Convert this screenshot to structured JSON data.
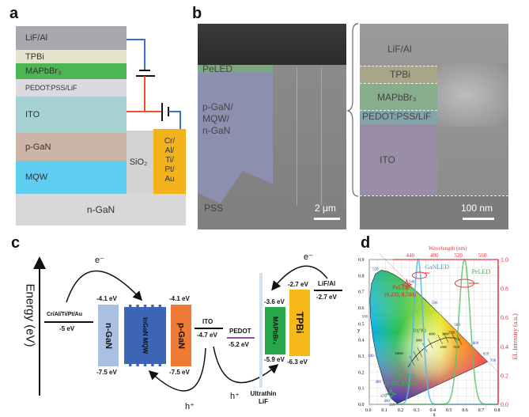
{
  "panel_labels": {
    "a": "a",
    "b": "b",
    "c": "c",
    "d": "d"
  },
  "panel_a": {
    "layers": [
      {
        "label": "LiF/Al",
        "color": "#a8a8ad"
      },
      {
        "label": "TPBi",
        "color": "#e4e4cc"
      },
      {
        "label": "MAPbBr₃",
        "color": "#4db553"
      },
      {
        "label": "PEDOT:PSS/LiF",
        "color": "#dadadf"
      },
      {
        "label": "ITO",
        "color": "#a6d2d4"
      },
      {
        "label": "p-GaN",
        "color": "#cdb4a6"
      },
      {
        "label": "MQW",
        "color": "#5ecdf0"
      },
      {
        "label": "n-GaN",
        "color": "#d8d8d8"
      }
    ],
    "sio2": "SiO₂",
    "contact": [
      "Cr/",
      "Al/",
      "Ti/",
      "Pt/",
      "Au"
    ],
    "contact_color": "#f2b21b",
    "cathode_wire_color": "#3a6fd0",
    "anode_wire_color": "#f0502a"
  },
  "panel_b": {
    "left": {
      "peled": "PeLED",
      "stack": [
        "p-GaN/",
        "MQW/",
        "n-GaN"
      ],
      "substrate": "PSS",
      "scale": "2 μm"
    },
    "right": {
      "layers": [
        "LiF/Al",
        "TPBi",
        "MAPbBr₃",
        "PEDOT:PSS/LiF",
        "ITO"
      ],
      "scale": "100 nm"
    }
  },
  "panel_c": {
    "axis_label": "Energy (eV)",
    "cr": {
      "label": "Cr/Al/Ti/Pt/Au",
      "level": "-5 eV"
    },
    "ngan": {
      "label": "n-GaN",
      "top": "-4.1 eV",
      "bottom": "-7.5 eV",
      "color": "#a9c0e3"
    },
    "mqw": {
      "label": "InGaN MQW",
      "color": "#3c66b5"
    },
    "pgan": {
      "label": "p-GaN",
      "top": "-4.1 eV",
      "bottom": "-7.5 eV",
      "color": "#ee7a33"
    },
    "ito": {
      "label": "ITO",
      "level": "-4.7 eV"
    },
    "pedot": {
      "label": "PEDOT",
      "level": "-5.2 eV",
      "color": "#8a4fb3"
    },
    "lif": {
      "label": "Ultrathin LiF"
    },
    "mapbbr3": {
      "label": "MAPbBr₃",
      "top": "-3.6 eV",
      "bottom": "-5.9 eV",
      "color": "#26a84a"
    },
    "tpbi": {
      "label": "TPBi",
      "top": "-2.7 eV",
      "bottom": "-6.3 eV",
      "color": "#f7b81a"
    },
    "lifal": {
      "label": "LiF/Al",
      "level": "-2.7 eV"
    },
    "carriers": {
      "electron_left": "e⁻",
      "electron_right": "e⁻",
      "hole_left": "h⁺",
      "hole_right": "h⁺"
    }
  },
  "chart_data": {
    "type": "line",
    "xlabel": "x",
    "ylabel": "y",
    "xlim": [
      0.0,
      0.8
    ],
    "ylim": [
      0.0,
      0.9
    ],
    "xticks": [
      "0.0",
      "0.1",
      "0.2",
      "0.3",
      "0.4",
      "0.5",
      "0.6",
      "0.7",
      "0.8"
    ],
    "yticks": [
      "0.0",
      "0.1",
      "0.2",
      "0.3",
      "0.4",
      "0.5",
      "0.6",
      "0.7",
      "0.8",
      "0.9"
    ],
    "top_axis": {
      "label": "Wavelength (nm)",
      "ticks": [
        "440",
        "480",
        "520",
        "560"
      ],
      "range": [
        409,
        584
      ]
    },
    "right_axis": {
      "label": "EL Intensity (a.u.)",
      "ticks": [
        "0.0",
        "0.2",
        "0.4",
        "0.6",
        "0.8",
        "1.0"
      ],
      "range": [
        0,
        1.0
      ]
    },
    "grid": true,
    "spectral_locus": {
      "labels": [
        {
          "nm": "380",
          "x": 0.174,
          "y": 0.005
        },
        {
          "nm": "460",
          "x": 0.144,
          "y": 0.03
        },
        {
          "nm": "470",
          "x": 0.124,
          "y": 0.058
        },
        {
          "nm": "480",
          "x": 0.091,
          "y": 0.133
        },
        {
          "nm": "490",
          "x": 0.045,
          "y": 0.295
        },
        {
          "nm": "500",
          "x": 0.008,
          "y": 0.538
        },
        {
          "nm": "520",
          "x": 0.074,
          "y": 0.834
        },
        {
          "nm": "540",
          "x": 0.23,
          "y": 0.754
        },
        {
          "nm": "560",
          "x": 0.373,
          "y": 0.624
        },
        {
          "nm": "580",
          "x": 0.512,
          "y": 0.487
        },
        {
          "nm": "600",
          "x": 0.627,
          "y": 0.373
        },
        {
          "nm": "620",
          "x": 0.691,
          "y": 0.308
        },
        {
          "nm": "700",
          "x": 0.735,
          "y": 0.265
        }
      ],
      "points": [
        [
          0.174,
          0.005
        ],
        [
          0.144,
          0.03
        ],
        [
          0.124,
          0.058
        ],
        [
          0.091,
          0.133
        ],
        [
          0.045,
          0.295
        ],
        [
          0.023,
          0.413
        ],
        [
          0.008,
          0.538
        ],
        [
          0.004,
          0.655
        ],
        [
          0.014,
          0.75
        ],
        [
          0.039,
          0.812
        ],
        [
          0.074,
          0.834
        ],
        [
          0.114,
          0.826
        ],
        [
          0.155,
          0.806
        ],
        [
          0.193,
          0.782
        ],
        [
          0.23,
          0.754
        ],
        [
          0.266,
          0.724
        ],
        [
          0.302,
          0.692
        ],
        [
          0.337,
          0.659
        ],
        [
          0.373,
          0.624
        ],
        [
          0.409,
          0.589
        ],
        [
          0.444,
          0.555
        ],
        [
          0.479,
          0.52
        ],
        [
          0.512,
          0.487
        ],
        [
          0.545,
          0.455
        ],
        [
          0.575,
          0.424
        ],
        [
          0.627,
          0.373
        ],
        [
          0.666,
          0.334
        ],
        [
          0.691,
          0.308
        ],
        [
          0.735,
          0.265
        ]
      ]
    },
    "planckian": {
      "label": "Tc(°K)",
      "points": [
        [
          0.24,
          0.23
        ],
        [
          0.265,
          0.27
        ],
        [
          0.29,
          0.3
        ],
        [
          0.313,
          0.324
        ],
        [
          0.345,
          0.352
        ],
        [
          0.38,
          0.377
        ],
        [
          0.44,
          0.403
        ],
        [
          0.476,
          0.414
        ],
        [
          0.527,
          0.413
        ],
        [
          0.56,
          0.4
        ]
      ],
      "temps": [
        {
          "t": "10000",
          "x": 0.16,
          "y": 0.31
        },
        {
          "t": "6000",
          "x": 0.29,
          "y": 0.39
        },
        {
          "t": "4000",
          "x": 0.37,
          "y": 0.43
        },
        {
          "t": "3000",
          "x": 0.45,
          "y": 0.43
        },
        {
          "t": "2500",
          "x": 0.49,
          "y": 0.44
        },
        {
          "t": "2000",
          "x": 0.44,
          "y": 0.35
        },
        {
          "t": "1500",
          "x": 0.52,
          "y": 0.35
        }
      ]
    },
    "points": [
      {
        "name": "PeLED",
        "label": "PeLED",
        "coords": "(0.232, 0.744)",
        "x": 0.232,
        "y": 0.744,
        "color": "#e8343c"
      },
      {
        "name": "GaNLED",
        "label": "GaNLED",
        "coords": "(0.135, 0.064)",
        "x": 0.135,
        "y": 0.064,
        "color": "#2fb84a"
      }
    ],
    "series": [
      {
        "name": "GaNLED",
        "peak_nm": 451,
        "fwhm_nm": 18,
        "color": "#4fb7e8"
      },
      {
        "name": "PeLED",
        "peak_nm": 528,
        "fwhm_nm": 22,
        "color": "#5cc46a"
      }
    ]
  }
}
